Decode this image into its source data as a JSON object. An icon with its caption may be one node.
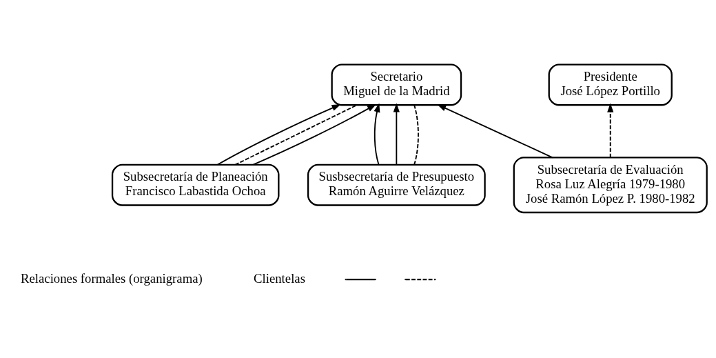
{
  "diagram": {
    "nodes": [
      {
        "text": [
          "Secretario",
          "Miguel de la Madrid"
        ]
      },
      {
        "text": [
          "Presidente",
          "José López Portillo"
        ]
      },
      {
        "text": [
          "Subsecretaría de Planeación",
          "Francisco Labastida Ochoa"
        ]
      },
      {
        "text": [
          "Susbsecretaría de Presupuesto",
          "Ramón Aguirre Velázquez"
        ]
      },
      {
        "text": [
          "Subsecretaría de Evaluación",
          "Rosa Luz Alegría 1979-1980",
          "José Ramón López P. 1980-1982"
        ]
      }
    ],
    "edges": [
      {
        "from": 2,
        "to": 0,
        "arrow": "to"
      },
      {
        "from": 2,
        "to": 0,
        "arrow": "none",
        "style": "dashed"
      },
      {
        "from": 2,
        "to": 0,
        "arrow": "to"
      },
      {
        "from": 3,
        "to": 0,
        "arrow": "to"
      },
      {
        "from": 3,
        "to": 0,
        "arrow": "to"
      },
      {
        "from": 3,
        "to": 0,
        "arrow": "none",
        "style": "dashed"
      },
      {
        "from": 4,
        "to": 0,
        "arrow": "to"
      },
      {
        "from": 4,
        "to": 1,
        "arrow": "to",
        "style": "dashed"
      }
    ],
    "legend": [
      {
        "text": "Relaciones formales (organigrama)"
      },
      {
        "text": "Clientelas"
      }
    ]
  }
}
